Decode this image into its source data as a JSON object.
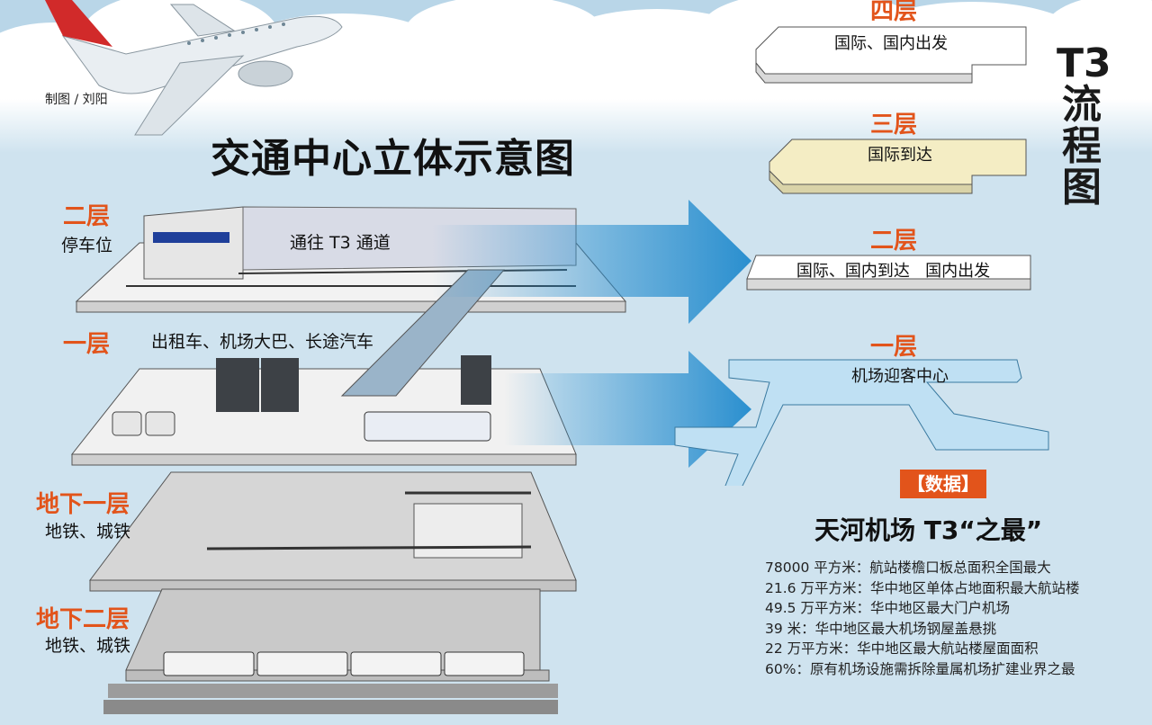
{
  "credit": "制图 / 刘阳",
  "main_title": "交通中心立体示意图",
  "diagram_levels": [
    {
      "name": "二层",
      "desc": "停车位"
    },
    {
      "name": "一层",
      "desc": "出租车、机场大巴、长途汽车"
    },
    {
      "name": "地下一层",
      "desc": "地铁、城铁"
    },
    {
      "name": "地下二层",
      "desc": "地铁、城铁"
    }
  ],
  "tunnel_label": "通往 T3 通道",
  "side_title": [
    "T3",
    "流",
    "程",
    "图"
  ],
  "flow_floors": [
    {
      "name": "四层",
      "desc": "国际、国内出发"
    },
    {
      "name": "三层",
      "desc": "国际到达"
    },
    {
      "name": "二层",
      "desc": "国际、国内到达   国内出发"
    },
    {
      "name": "一层",
      "desc": "机场迎客中心"
    }
  ],
  "data_badge": "【数据】",
  "stats_title": "天河机场 T3“之最”",
  "stats": [
    "78000 平方米：航站楼檐口板总面积全国最大",
    "21.6 万平方米：华中地区单体占地面积最大航站楼",
    "49.5 万平方米：华中地区最大门户机场",
    "39 米：华中地区最大机场钢屋盖悬挑",
    "22 万平方米：华中地区最大航站楼屋面面积",
    "60%：原有机场设施需拆除量属机场扩建业界之最"
  ],
  "colors": {
    "accent": "#e2541b",
    "sky": "#cfe3ef",
    "arrow": "#2a8fcf",
    "floor3": "#f4edc4",
    "floor1": "#bfe0f3"
  }
}
